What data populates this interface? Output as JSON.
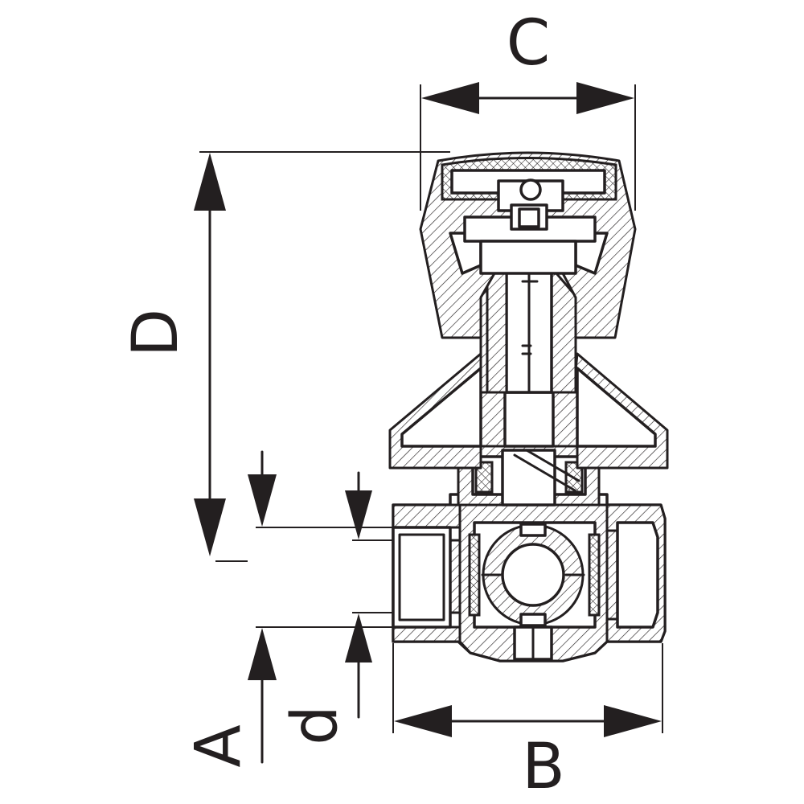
{
  "dimensions": {
    "C": "C",
    "D": "D",
    "B": "B",
    "A": "A",
    "d": "d"
  },
  "colors": {
    "line": "#231f20",
    "background": "#ffffff"
  }
}
